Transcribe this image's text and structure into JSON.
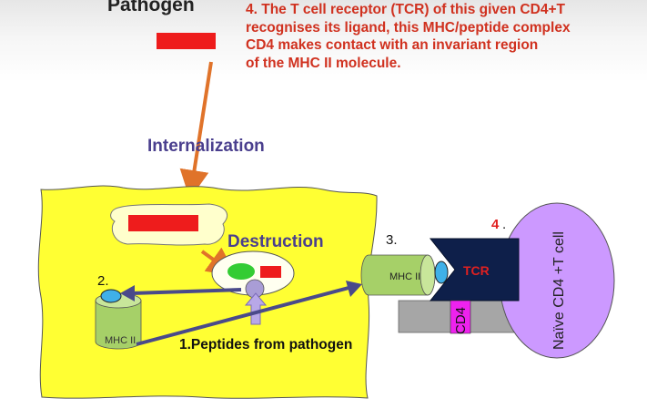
{
  "labels": {
    "pathogen": "Pathogen",
    "caption_lines": [
      "4. The T cell receptor (TCR) of this given CD4+T",
      "recognises its ligand, this MHC/peptide complex",
      "CD4 makes contact with an invariant region",
      "of the MHC II molecule."
    ],
    "internalization": "Internalization",
    "destruction": "Destruction",
    "step2": "2.",
    "step3": "3.",
    "step4": "4",
    "step4_dot": ".",
    "mhc2_left": "MHC II",
    "mhc2_right": "MHC II",
    "tcr": "TCR",
    "cd4": "CD4",
    "naive_cell": "Naïve CD4 +T cell",
    "peptides": "1.Peptides from pathogen"
  },
  "colors": {
    "cell_body": "#ffff33",
    "pathogen_red": "#ee1c1c",
    "arrow_orange": "#e0732a",
    "arrow_navy": "#4a4a8a",
    "mhc_green": "#a6d068",
    "peptide_blue": "#3fb0e8",
    "tcr_navy": "#0e1f4a",
    "cd4_magenta": "#ee22ee",
    "naive_violet": "#cc99ff",
    "membrane_gray": "#a6a6a6",
    "title_purple": "#4a3f8e",
    "caption_red": "#d0311f"
  }
}
